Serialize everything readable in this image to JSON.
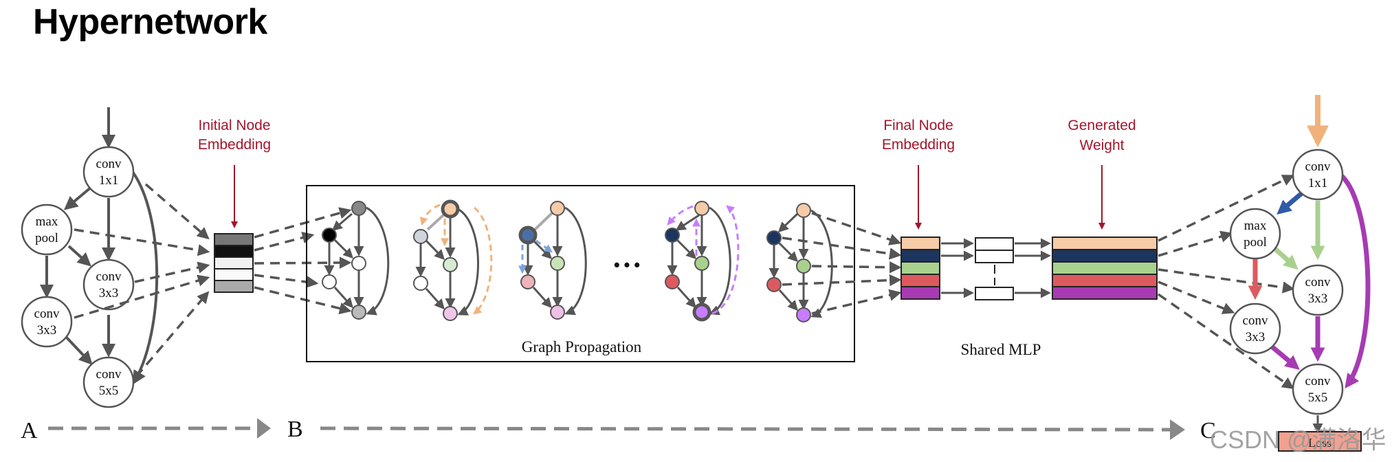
{
  "title": "Hypernetwork",
  "labels": {
    "initial_embedding_line1": "Initial Node",
    "initial_embedding_line2": "Embedding",
    "final_embedding_line1": "Final Node",
    "final_embedding_line2": "Embedding",
    "generated_weight_line1": "Generated",
    "generated_weight_line2": "Weight",
    "graph_propagation": "Graph Propagation",
    "shared_mlp": "Shared MLP",
    "ellipsis": "···",
    "stage_a": "A",
    "stage_b": "B",
    "stage_c": "C",
    "loss": "Loss",
    "watermark": "CSDN @满洛华"
  },
  "left_network": {
    "conv1": [
      "conv",
      "1x1"
    ],
    "maxpool": [
      "max",
      "pool"
    ],
    "conv3a": [
      "conv",
      "3x3"
    ],
    "conv3b": [
      "conv",
      "3x3"
    ],
    "conv5": [
      "conv",
      "5x5"
    ]
  },
  "right_network": {
    "conv1": [
      "conv",
      "1x1"
    ],
    "maxpool": [
      "max",
      "pool"
    ],
    "conv3a": [
      "conv",
      "3x3"
    ],
    "conv3b": [
      "conv",
      "3x3"
    ],
    "conv5": [
      "conv",
      "5x5"
    ]
  },
  "colors": {
    "label_red": "#a4152b",
    "edge_gray": "#555555",
    "peach": "#f6cba8",
    "navy": "#1d355e",
    "green": "#a9d18e",
    "red": "#dc5a5f",
    "purple": "#a63bb3",
    "loss_fill": "#f2a08f",
    "orange_arrow": "#f0b27a",
    "blue_arrow": "#2e5aa6",
    "light_purple": "#c77dff",
    "light_blue": "#7ba3dc"
  }
}
